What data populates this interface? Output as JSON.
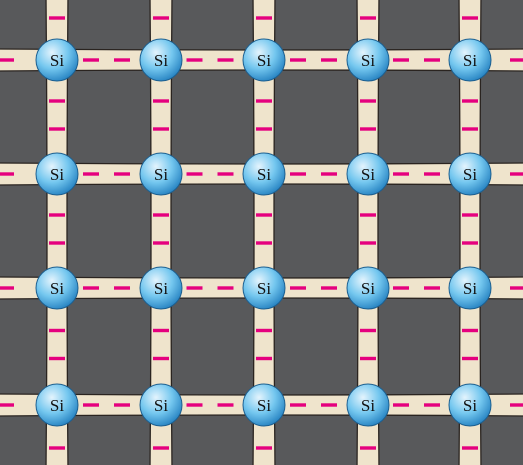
{
  "diagram": {
    "atom_symbol": "Si",
    "rows": 4,
    "columns": 5,
    "electron_mark": "–",
    "colors": {
      "background": "#58595b",
      "bond": "#efe4cc",
      "bond_edge": "#2a2420",
      "electron": "#e5007e",
      "atom_light": "#e4f4fd",
      "atom_mid": "#74c7ef",
      "atom_dark": "#2a86c4",
      "atom_label": "#111111"
    }
  }
}
